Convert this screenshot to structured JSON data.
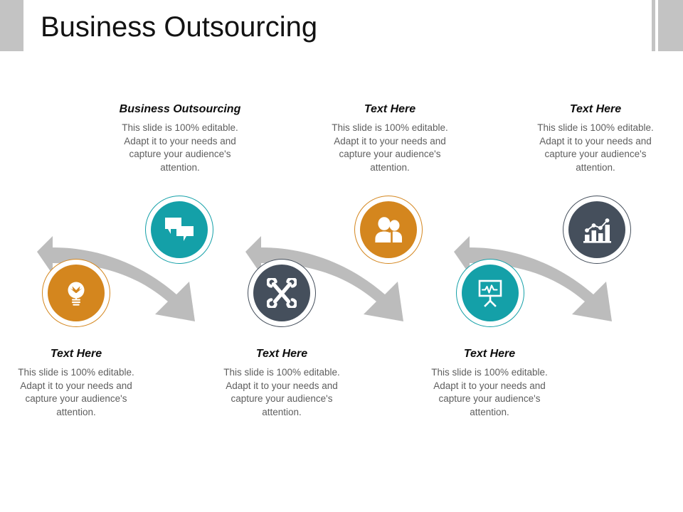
{
  "slide": {
    "title": "Business Outsourcing",
    "background_color": "#ffffff",
    "header_bar_color": "#c3c3c3"
  },
  "palette": {
    "teal": "#14A0A8",
    "orange": "#D4861E",
    "navy": "#454F5C",
    "wave_gray": "#bcbcbc",
    "body_text": "#5e5e5e",
    "heading_text": "#0d0d0d"
  },
  "body_paragraph": "This slide is 100% editable. Adapt it to your needs and capture your audience's attention.",
  "nodes": [
    {
      "id": "node-1",
      "icon": "lightbulb-icon",
      "color": "#D4861E",
      "row": "bottom"
    },
    {
      "id": "node-2",
      "icon": "chat-bubbles-icon",
      "color": "#14A0A8",
      "row": "top"
    },
    {
      "id": "node-3",
      "icon": "tools-wrench-icon",
      "color": "#454F5C",
      "row": "bottom"
    },
    {
      "id": "node-4",
      "icon": "people-group-icon",
      "color": "#D4861E",
      "row": "top"
    },
    {
      "id": "node-5",
      "icon": "presentation-chart-icon",
      "color": "#14A0A8",
      "row": "bottom"
    },
    {
      "id": "node-6",
      "icon": "bar-chart-growth-icon",
      "color": "#454F5C",
      "row": "top"
    }
  ],
  "text_blocks": {
    "top": [
      {
        "heading": "Business Outsourcing",
        "body": "This slide is 100% editable. Adapt it to your needs and capture your audience's attention."
      },
      {
        "heading": "Text Here",
        "body": "This slide is 100% editable. Adapt it to your needs and capture your audience's attention."
      },
      {
        "heading": "Text Here",
        "body": "This slide is 100% editable. Adapt it to your needs and capture your audience's attention."
      }
    ],
    "bottom": [
      {
        "heading": "Text Here",
        "body": "This slide is 100% editable. Adapt it to your needs and capture your audience's attention."
      },
      {
        "heading": "Text Here",
        "body": "This slide is 100% editable. Adapt it to your needs and capture your audience's attention."
      },
      {
        "heading": "Text Here",
        "body": "This slide is 100% editable. Adapt it to your needs and capture your audience's attention."
      }
    ]
  }
}
